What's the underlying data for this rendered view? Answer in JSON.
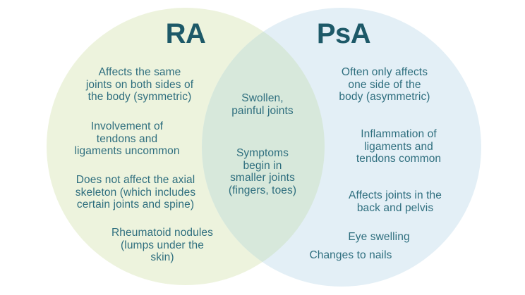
{
  "diagram": {
    "type": "venn",
    "subject": "RA vs PsA comparison",
    "left": {
      "title": "RA",
      "items": [
        "Affects the same\njoints on both sides of\nthe body (symmetric)",
        "Involvement of\ntendons and\nligaments uncommon",
        "Does not affect the axial\nskeleton (which includes\ncertain joints and spine)",
        "Rheumatoid nodules\n(lumps under the\nskin)"
      ]
    },
    "center": {
      "items": [
        "Swollen,\npainful joints",
        "Symptoms\nbegin in\nsmaller joints\n(fingers, toes)"
      ]
    },
    "right": {
      "title": "PsA",
      "items": [
        "Often only affects\none side of the\nbody (asymmetric)",
        "Inflammation of\nligaments and\ntendons common",
        "Affects joints in the\nback and pelvis",
        "Eye swelling",
        "Changes to nails"
      ]
    },
    "colors": {
      "left_circle": "#edf3dd",
      "right_circle": "#e3eff6",
      "overlap": "#d7e8db",
      "text": "#2e6e7e",
      "title": "#1d5968",
      "background": "#ffffff"
    }
  }
}
